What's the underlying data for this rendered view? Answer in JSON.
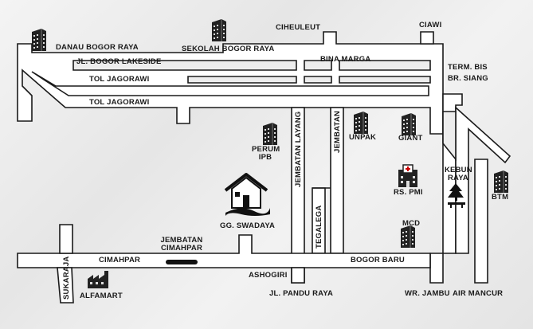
{
  "labels": {
    "danau_bogor_raya": "DANAU BOGOR RAYA",
    "sekolah_bogor_raya": "SEKOLAH BOGOR RAYA",
    "ciheuleut": "CIHEULEUT",
    "ciawi": "CIAWI",
    "jl_bogor_lakeside": "JL. BOGOR LAKESIDE",
    "bina_marga": "BINA MARGA",
    "term_bis": "TERM. BIS",
    "br_siang": "BR. SIANG",
    "tol_jagorawi_1": "TOL JAGORAWI",
    "tol_jagorawi_2": "TOL JAGORAWI",
    "jembatan_layang": "JEMBATAN LAYANG",
    "jembatan": "JEMBATAN",
    "unpak": "UNPAK",
    "giant": "GIANT",
    "perum": "PERUM",
    "ipb": "IPB",
    "kebun": "KEBUN",
    "raya": "RAYA",
    "rs_pmi": "RS. PMI",
    "btm": "BTM",
    "gg_swadaya": "GG. SWADAYA",
    "tegalega": "TEGALEGA",
    "mcd": "MCD",
    "jembatan_cimahpar_1": "JEMBATAN",
    "jembatan_cimahpar_2": "CIMAHPAR",
    "cimahpar": "CIMAHPAR",
    "bogor_baru": "BOGOR BARU",
    "ashogiri": "ASHOGIRI",
    "sukaraja": "SUKARAJA",
    "alfamart": "ALFAMART",
    "jl_pandu_raya": "JL. PANDU RAYA",
    "wr_jambu": "WR. JAMBU",
    "air_mancur": "AIR MANCUR"
  },
  "icons": {
    "building": "office-building-icon",
    "house": "house-icon",
    "hospital": "hospital-icon",
    "factory": "factory-icon",
    "park": "park-icon"
  },
  "colors": {
    "road_fill": "#ffffff",
    "road_stroke": "#1a1a1a",
    "bridge": "#111111"
  }
}
